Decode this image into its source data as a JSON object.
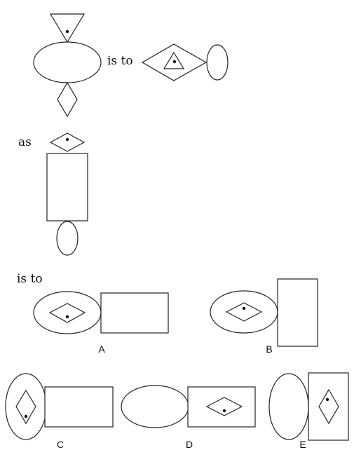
{
  "words": {
    "is_to_1": "is to",
    "as": "as",
    "is_to_2": "is to"
  },
  "options": [
    {
      "id": "A",
      "label": "A"
    },
    {
      "id": "B",
      "label": "B"
    },
    {
      "id": "C",
      "label": "C"
    },
    {
      "id": "D",
      "label": "D"
    },
    {
      "id": "E",
      "label": "E"
    }
  ]
}
